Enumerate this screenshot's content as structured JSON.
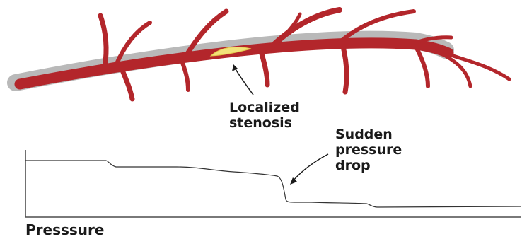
{
  "annotations": {
    "stenosis": [
      "Localized",
      "stenosis"
    ],
    "pressure_drop": [
      "Sudden",
      "pressure",
      "drop"
    ]
  },
  "axis": {
    "label": "Presssure"
  },
  "colors": {
    "vessel": "#b3262b",
    "vessel_wall": "#b9b9b9",
    "plaque": "#f2e27a",
    "trace": "#333333",
    "axis": "#4d4d4d",
    "text": "#1a1a1a"
  }
}
